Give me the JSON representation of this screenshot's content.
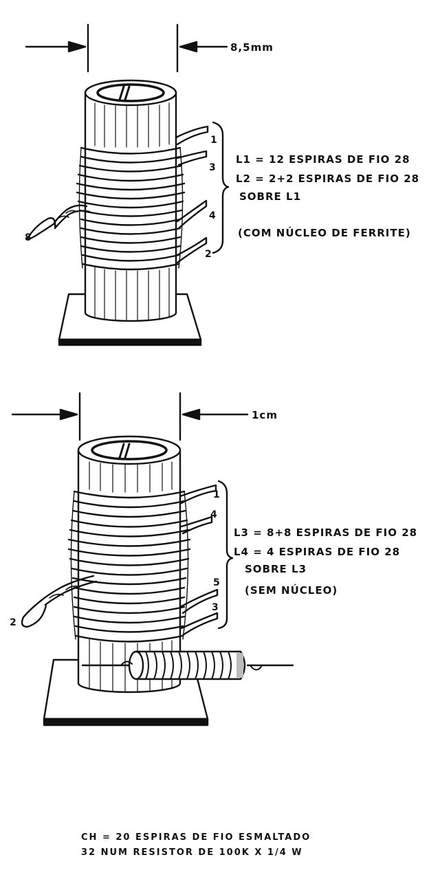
{
  "coil1": {
    "dimension": "8,5mm",
    "terminals": [
      "1",
      "3",
      "4",
      "2",
      "8"
    ],
    "lines": [
      "L1 = 12 ESPIRAS DE FIO 28",
      "L2 = 2+2 ESPIRAS DE FIO 28",
      "SOBRE L1",
      "(COM NÚCLEO DE FERRITE)"
    ]
  },
  "coil2": {
    "dimension": "1cm",
    "terminals": [
      "1",
      "4",
      "5",
      "3",
      "2"
    ],
    "lines": [
      "L3 = 8+8 ESPIRAS DE FIO 28",
      "L4 = 4 ESPIRAS DE FIO 28",
      "SOBRE L3",
      "(SEM NÚCLEO)"
    ]
  },
  "choke": {
    "lines": [
      "CH = 20 ESPIRAS DE FIO ESMALTADO",
      "32 NUM RESISTOR DE 100K X 1/4 W"
    ]
  }
}
